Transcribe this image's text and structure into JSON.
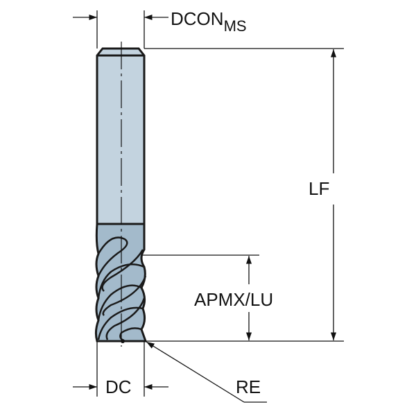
{
  "labels": {
    "dcon": "DCON",
    "dcon_sub": "MS",
    "lf": "LF",
    "apmx": "APMX/LU",
    "dc": "DC",
    "re": "RE"
  },
  "colors": {
    "shank": "#c3d3df",
    "flutes": "#a3bacb",
    "line": "#111111"
  }
}
